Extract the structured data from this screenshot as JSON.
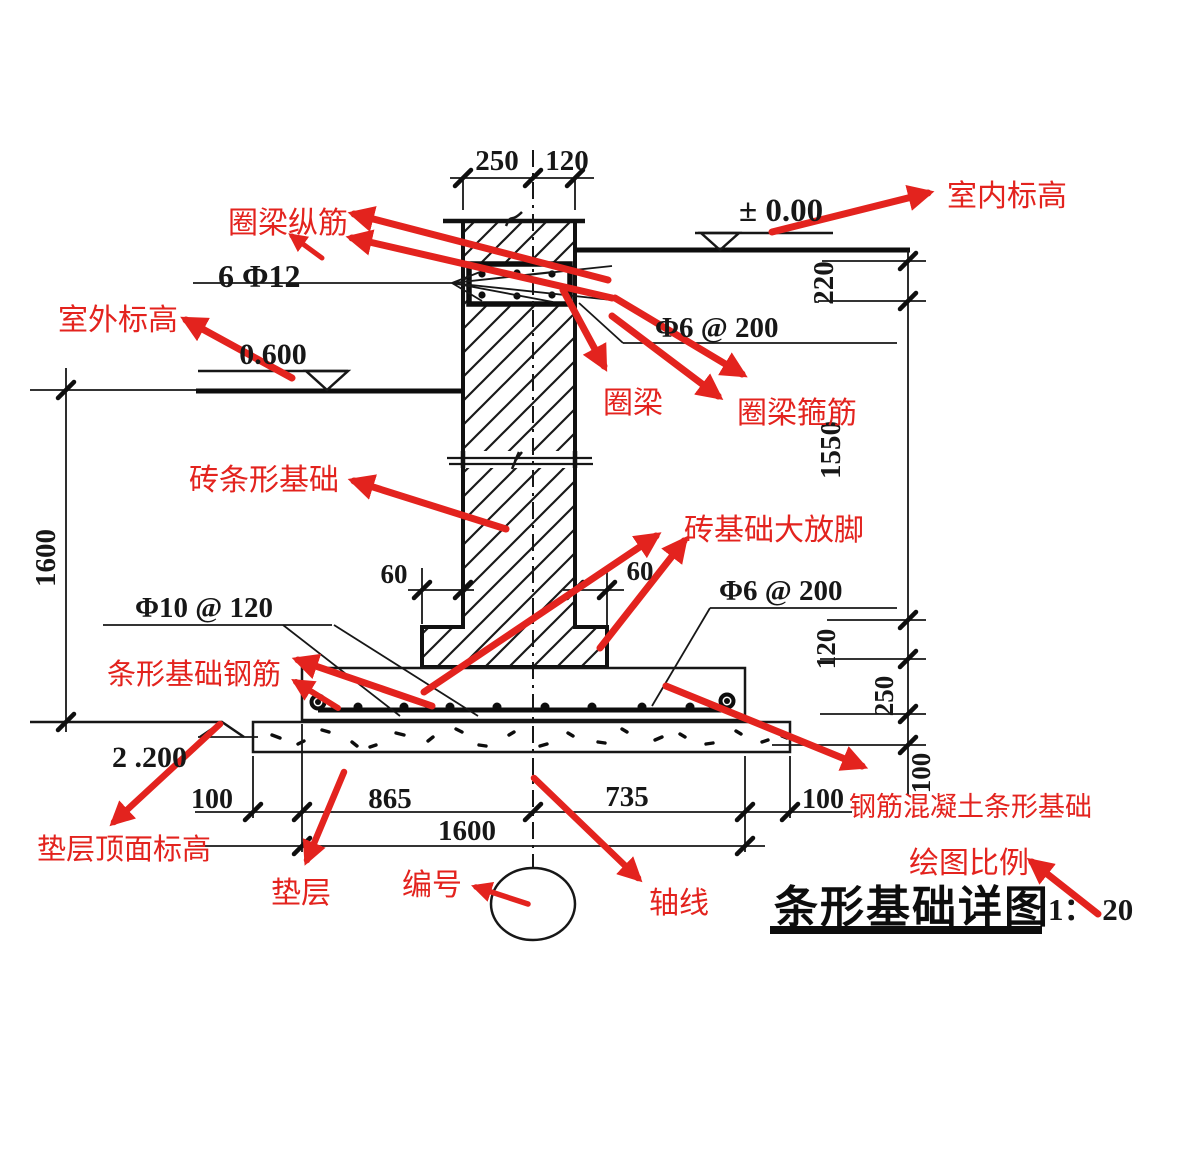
{
  "drawing": {
    "title": "条形基础详图",
    "scale": "1： 20",
    "annotations": {
      "indoor_elevation": "室内标高",
      "outdoor_elevation": "室外标高",
      "ring_beam_longitudinal_rebar": "圈梁纵筋",
      "ring_beam": "圈梁",
      "ring_beam_stirrup": "圈梁箍筋",
      "brick_strip_foundation": "砖条形基础",
      "brick_footing_spread": "砖基础大放脚",
      "strip_foundation_rebar": "条形基础钢筋",
      "cushion_top_elevation": "垫层顶面标高",
      "cushion": "垫层",
      "number": "编号",
      "axis": "轴线",
      "rc_strip_foundation": "钢筋混凝土条形基础",
      "drawing_scale": "绘图比例"
    },
    "specs": {
      "ring_beam_bars": "6 Φ12",
      "ring_beam_stirrup_spacing": "Φ6 @ 200",
      "foundation_main_rebar": "Φ10 @ 120",
      "foundation_distribution_rebar": "Φ6 @ 200"
    },
    "elevations": {
      "indoor": "± 0.00",
      "outdoor": "0.600",
      "cushion_top": "2 .200"
    },
    "dimensions": {
      "wall_left_of_axis": "250",
      "wall_right_of_axis": "120",
      "ring_beam_height": "220",
      "wall_below_beam_height": "1550",
      "footing_step_height": "120",
      "foundation_height": "250",
      "cushion_height": "100",
      "outdoor_to_cushion_depth": "1600",
      "step_left": "60",
      "step_right": "60",
      "cushion_overhang_left": "100",
      "axis_to_left_edge": "865",
      "axis_to_right_edge": "735",
      "cushion_overhang_right": "100",
      "foundation_width": "1600"
    },
    "colors": {
      "annotation_red": "#e3231e",
      "line_black": "#171717"
    }
  }
}
